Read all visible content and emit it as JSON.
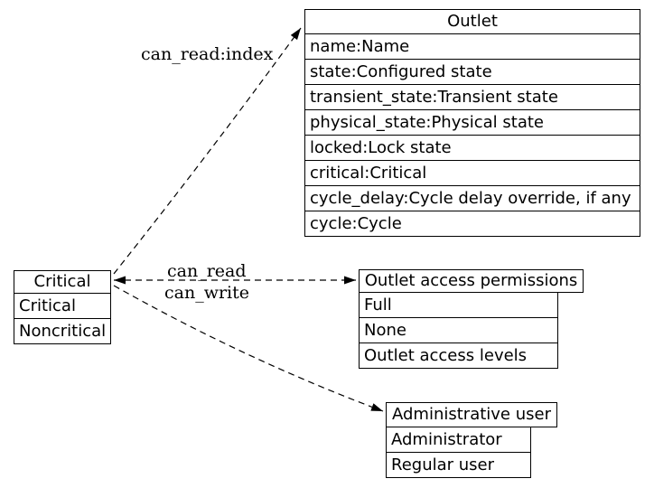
{
  "diagram": {
    "background_color": "#ffffff",
    "line_color": "#000000",
    "text_color": "#000000",
    "edge_line_style": "dashed",
    "nodes": {
      "outlet": {
        "title": "Outlet",
        "rows": [
          "name:Name",
          "state:Configured state",
          "transient_state:Transient state",
          "physical_state:Physical state",
          "locked:Lock state",
          "critical:Critical",
          "cycle_delay:Cycle delay override, if any",
          "cycle:Cycle"
        ]
      },
      "critical": {
        "title": "Critical",
        "rows": [
          "Critical",
          "Noncritical"
        ]
      },
      "outlet_access_permissions": {
        "title": "Outlet access permissions",
        "rows": [
          "Full",
          "None",
          "Outlet access levels"
        ]
      },
      "administrative_user": {
        "title": "Administrative user",
        "rows": [
          "Administrator",
          "Regular user"
        ]
      }
    },
    "edges": [
      {
        "from": "Critical",
        "to": "Outlet",
        "label": "can_read:index",
        "style": "dashed",
        "arrows": "to"
      },
      {
        "from": "Critical",
        "to": "Outlet access permissions",
        "label": "can_read",
        "label2": "can_write",
        "style": "dashed",
        "arrows": "both"
      },
      {
        "from": "Critical",
        "to": "Administrative user",
        "label": "",
        "style": "dashed",
        "arrows": "to"
      }
    ]
  }
}
